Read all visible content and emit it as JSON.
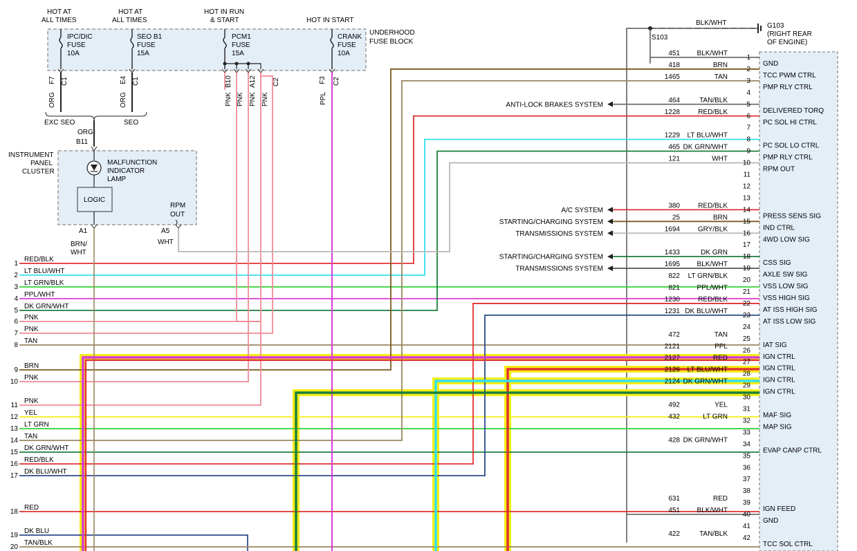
{
  "colors": {
    "red": "#e03030",
    "pink": "#f08a96",
    "purple": "#d83ad8",
    "ltblue": "#33e0ee",
    "ltgreen": "#33d133",
    "dkgreen": "#1c7f3c",
    "tan": "#9a8660",
    "brown": "#7a5a1a",
    "yellow": "#f4ee18",
    "dkblue": "#2e4a8c",
    "grey": "#b8b8b8",
    "black": "#222222",
    "box_fill": "#e4eef7",
    "box_border": "#707070"
  },
  "fuse_block": {
    "label_line1": "UNDERHOOD",
    "label_line2": "FUSE BLOCK",
    "headers": [
      {
        "l1": "HOT AT",
        "l2": "ALL TIMES"
      },
      {
        "l1": "HOT AT",
        "l2": "ALL TIMES"
      },
      {
        "l1": "HOT IN RUN",
        "l2": "& START"
      },
      {
        "l1": "HOT IN START",
        "l2": ""
      }
    ],
    "fuses": [
      {
        "l1": "IPC/DIC",
        "l2": "FUSE",
        "l3": "10A"
      },
      {
        "l1": "SEO B1",
        "l2": "FUSE",
        "l3": "15A"
      },
      {
        "l1": "PCM1",
        "l2": "FUSE",
        "l3": "15A"
      },
      {
        "l1": "CRANK",
        "l2": "FUSE",
        "l3": "10A"
      }
    ],
    "pins": [
      "F7",
      "C1",
      "E4",
      "C1",
      "B10",
      "A12",
      "C2",
      "F3",
      "C2"
    ],
    "wires": [
      "ORG",
      "ORG",
      "PNK",
      "PNK",
      "PNK",
      "PNK",
      "PPL"
    ],
    "exc_seo": "EXC SEO",
    "seo": "SEO",
    "org": "ORG",
    "b11": "B11"
  },
  "cluster": {
    "label_line1": "INSTRUMENT",
    "label_line2": "PANEL",
    "label_line3": "CLUSTER",
    "mil_line1": "MALFUNCTION",
    "mil_line2": "INDICATOR",
    "mil_line3": "LAMP",
    "logic": "LOGIC",
    "rpm_line1": "RPM",
    "rpm_line2": "OUT",
    "pin_a1": "A1",
    "pin_a5": "A5",
    "wire_a1_line1": "BRN/",
    "wire_a1_line2": "WHT",
    "wire_a5": "WHT"
  },
  "ground": {
    "g103": "G103",
    "g103_line2": "(RIGHT REAR",
    "g103_line3": "OF ENGINE)",
    "s103": "S103",
    "wire": "BLK/WHT"
  },
  "left_wires": [
    {
      "num": "1",
      "label": "RED/BLK"
    },
    {
      "num": "2",
      "label": "LT BLU/WHT"
    },
    {
      "num": "3",
      "label": "LT GRN/BLK"
    },
    {
      "num": "4",
      "label": "PPL/WHT"
    },
    {
      "num": "5",
      "label": "DK GRN/WHT"
    },
    {
      "num": "6",
      "label": "PNK"
    },
    {
      "num": "7",
      "label": "PNK"
    },
    {
      "num": "8",
      "label": "TAN"
    },
    {
      "num": "9",
      "label": "BRN"
    },
    {
      "num": "10",
      "label": "PNK"
    },
    {
      "num": "11",
      "label": "PNK"
    },
    {
      "num": "12",
      "label": "YEL"
    },
    {
      "num": "13",
      "label": "LT GRN"
    },
    {
      "num": "14",
      "label": "TAN"
    },
    {
      "num": "15",
      "label": "DK GRN/WHT"
    },
    {
      "num": "16",
      "label": "RED/BLK"
    },
    {
      "num": "17",
      "label": "DK BLU/WHT"
    },
    {
      "num": "18",
      "label": "RED"
    },
    {
      "num": "19",
      "label": "DK BLU"
    },
    {
      "num": "20",
      "label": "TAN/BLK"
    }
  ],
  "pcm_pins": [
    {
      "pin": "1",
      "circuit": "451",
      "color": "BLK/WHT",
      "func": "GND"
    },
    {
      "pin": "2",
      "circuit": "418",
      "color": "BRN",
      "func": "TCC PWM CTRL"
    },
    {
      "pin": "3",
      "circuit": "1465",
      "color": "TAN",
      "func": "PMP RLY CTRL"
    },
    {
      "pin": "4",
      "circuit": "",
      "color": "",
      "func": ""
    },
    {
      "pin": "5",
      "circuit": "464",
      "color": "TAN/BLK",
      "func": "DELIVERED TORQ"
    },
    {
      "pin": "6",
      "circuit": "1228",
      "color": "RED/BLK",
      "func": "PC SOL HI CTRL"
    },
    {
      "pin": "7",
      "circuit": "",
      "color": "",
      "func": ""
    },
    {
      "pin": "8",
      "circuit": "1229",
      "color": "LT BLU/WHT",
      "func": "PC SOL LO CTRL"
    },
    {
      "pin": "9",
      "circuit": "465",
      "color": "DK GRN/WHT",
      "func": "PMP RLY CTRL"
    },
    {
      "pin": "10",
      "circuit": "121",
      "color": "WHT",
      "func": "RPM OUT"
    },
    {
      "pin": "11",
      "circuit": "",
      "color": "",
      "func": ""
    },
    {
      "pin": "12",
      "circuit": "",
      "color": "",
      "func": ""
    },
    {
      "pin": "13",
      "circuit": "",
      "color": "",
      "func": ""
    },
    {
      "pin": "14",
      "circuit": "380",
      "color": "RED/BLK",
      "func": "PRESS SENS SIG"
    },
    {
      "pin": "15",
      "circuit": "25",
      "color": "BRN",
      "func": "IND CTRL"
    },
    {
      "pin": "16",
      "circuit": "1694",
      "color": "GRY/BLK",
      "func": "4WD LOW SIG"
    },
    {
      "pin": "17",
      "circuit": "",
      "color": "",
      "func": ""
    },
    {
      "pin": "18",
      "circuit": "1433",
      "color": "DK GRN",
      "func": "CSS SIG"
    },
    {
      "pin": "19",
      "circuit": "1695",
      "color": "BLK/WHT",
      "func": "AXLE SW SIG"
    },
    {
      "pin": "20",
      "circuit": "822",
      "color": "LT GRN/BLK",
      "func": "VSS LOW SIG"
    },
    {
      "pin": "21",
      "circuit": "821",
      "color": "PPL/WHT",
      "func": "VSS HIGH SIG"
    },
    {
      "pin": "22",
      "circuit": "1230",
      "color": "RED/BLK",
      "func": "AT ISS HIGH SIG"
    },
    {
      "pin": "23",
      "circuit": "1231",
      "color": "DK BLU/WHT",
      "func": "AT ISS LOW SIG"
    },
    {
      "pin": "24",
      "circuit": "",
      "color": "",
      "func": ""
    },
    {
      "pin": "25",
      "circuit": "472",
      "color": "TAN",
      "func": "IAT SIG"
    },
    {
      "pin": "26",
      "circuit": "2121",
      "color": "PPL",
      "func": "IGN CTRL"
    },
    {
      "pin": "27",
      "circuit": "2127",
      "color": "RED",
      "func": "IGN CTRL"
    },
    {
      "pin": "28",
      "circuit": "2126",
      "color": "LT BLU/WHT",
      "func": "IGN CTRL"
    },
    {
      "pin": "29",
      "circuit": "2124",
      "color": "DK GRN/WHT",
      "func": "IGN CTRL"
    },
    {
      "pin": "30",
      "circuit": "",
      "color": "",
      "func": ""
    },
    {
      "pin": "31",
      "circuit": "492",
      "color": "YEL",
      "func": "MAF SIG"
    },
    {
      "pin": "32",
      "circuit": "432",
      "color": "LT GRN",
      "func": "MAP SIG"
    },
    {
      "pin": "33",
      "circuit": "",
      "color": "",
      "func": ""
    },
    {
      "pin": "34",
      "circuit": "428",
      "color": "DK GRN/WHT",
      "func": "EVAP CANP CTRL"
    },
    {
      "pin": "35",
      "circuit": "",
      "color": "",
      "func": ""
    },
    {
      "pin": "36",
      "circuit": "",
      "color": "",
      "func": ""
    },
    {
      "pin": "37",
      "circuit": "",
      "color": "",
      "func": ""
    },
    {
      "pin": "38",
      "circuit": "",
      "color": "",
      "func": ""
    },
    {
      "pin": "39",
      "circuit": "631",
      "color": "RED",
      "func": "IGN FEED"
    },
    {
      "pin": "40",
      "circuit": "451",
      "color": "BLK/WHT",
      "func": "GND"
    },
    {
      "pin": "41",
      "circuit": "",
      "color": "",
      "func": ""
    },
    {
      "pin": "42",
      "circuit": "422",
      "color": "TAN/BLK",
      "func": "TCC SOL CTRL"
    }
  ],
  "systems": [
    {
      "pin": "5",
      "label": "ANTI-LOCK BRAKES SYSTEM"
    },
    {
      "pin": "14",
      "label": "A/C SYSTEM"
    },
    {
      "pin": "15",
      "label": "STARTING/CHARGING SYSTEM"
    },
    {
      "pin": "16",
      "label": "TRANSMISSIONS SYSTEM"
    },
    {
      "pin": "18",
      "label": "STARTING/CHARGING SYSTEM"
    },
    {
      "pin": "19",
      "label": "TRANSMISSIONS SYSTEM"
    }
  ]
}
